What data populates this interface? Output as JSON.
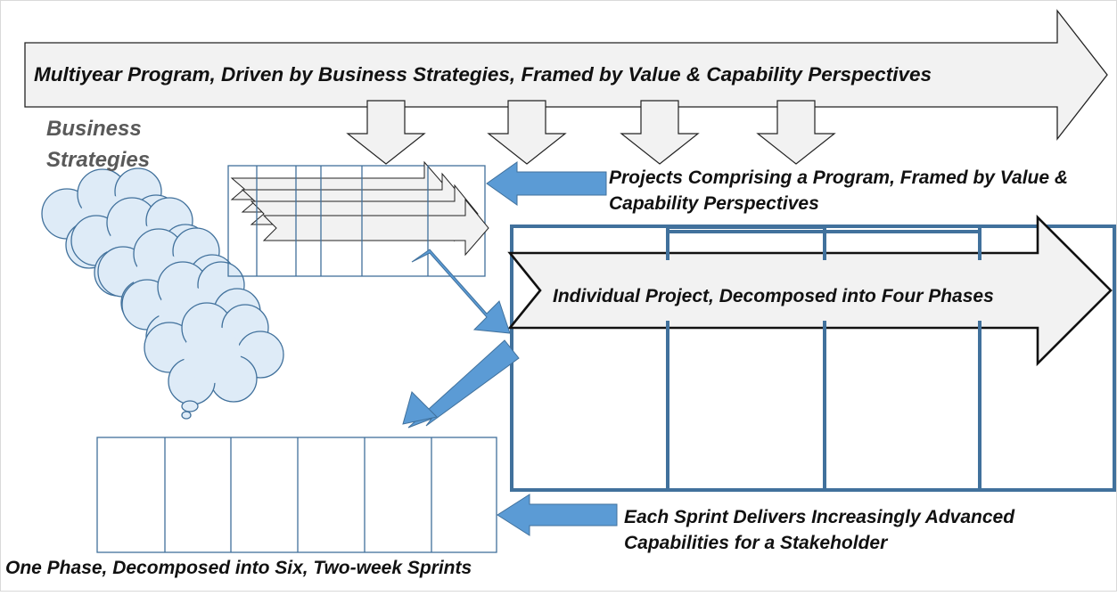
{
  "labels": {
    "program": "Multiyear Program, Driven by Business Strategies, Framed by Value & Capability Perspectives",
    "business_strategies": "Business Strategies",
    "projects": "Projects Comprising a Program, Framed by Value & Capability Perspectives",
    "individual_project": "Individual Project, Decomposed into Four Phases",
    "sprints_deliver": "Each Sprint Delivers Increasingly Advanced Capabilities for a Stakeholder",
    "one_phase": "One Phase, Decomposed into Six, Two-week Sprints"
  },
  "colors": {
    "frame_blue": "#41719c",
    "arrow_blue": "#5b9bd5",
    "cloud_fill": "#deebf7",
    "arrow_fill": "#f2f2f2",
    "outline": "#222222",
    "border": "#d9d9d9"
  },
  "counts": {
    "project_phases": 4,
    "phase_sprints": 6
  }
}
